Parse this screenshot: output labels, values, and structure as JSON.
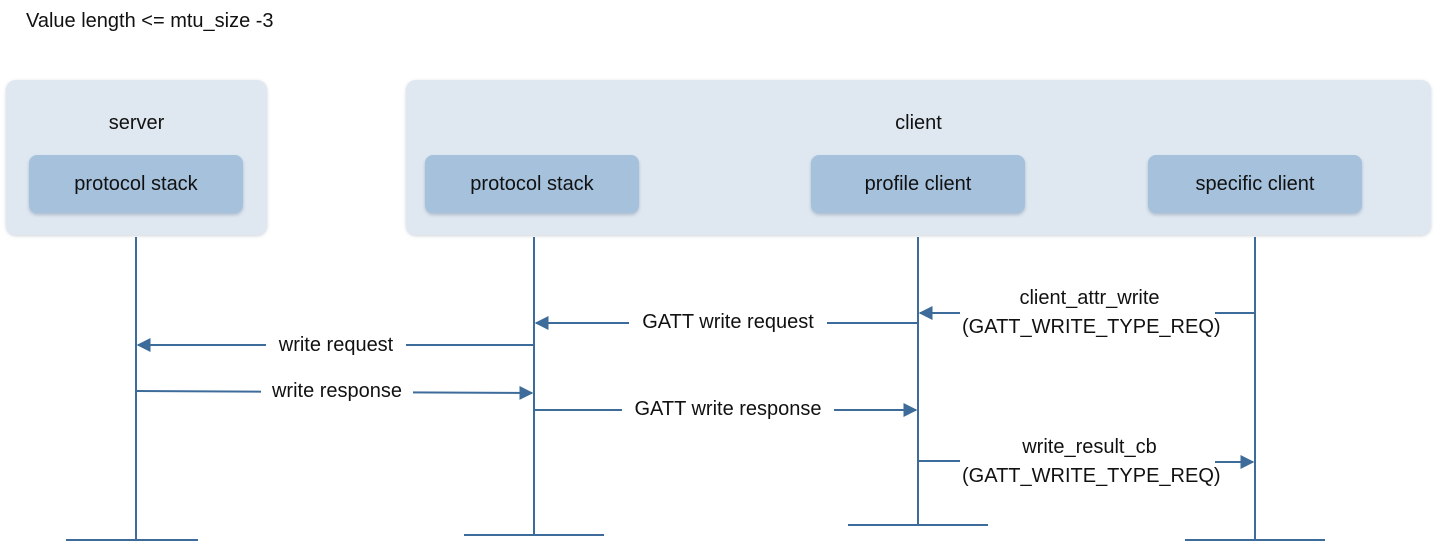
{
  "caption": "Value length <= mtu_size -3",
  "server": {
    "title": "server",
    "protocol_stack": "protocol stack"
  },
  "client": {
    "title": "client",
    "protocol_stack": "protocol stack",
    "profile_client": "profile client",
    "specific_client": "specific client"
  },
  "messages": {
    "client_attr_write": {
      "line1": "client_attr_write",
      "line2": "(GATT_WRITE_TYPE_REQ)"
    },
    "gatt_write_request": "GATT write request",
    "write_request": "write request",
    "write_response": "write response",
    "gatt_write_response": "GATT write response",
    "write_result_cb": {
      "line1": "write_result_cb",
      "line2": "(GATT_WRITE_TYPE_REQ)"
    }
  },
  "colors": {
    "line": "#3d6c9a",
    "panel": "#dfe8f1",
    "box": "#a5c1dc"
  }
}
